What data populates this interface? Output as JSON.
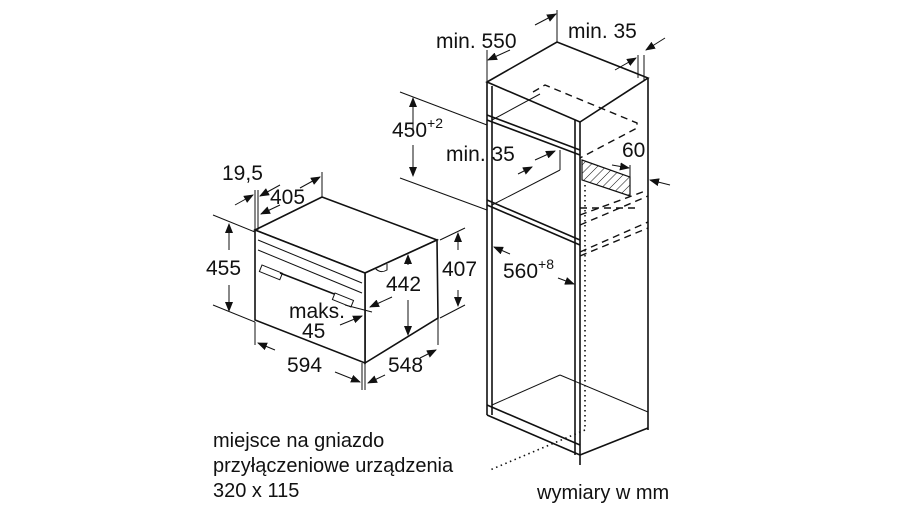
{
  "oven": {
    "depth_front": "19,5",
    "depth_body": "405",
    "height_total": "455",
    "height_body": "442",
    "height_side": "407",
    "gap_label": "maks.",
    "gap_value": "45",
    "width": "594",
    "depth": "548"
  },
  "cabinet": {
    "depth_min": "min. 550",
    "back_gap": "min. 35",
    "niche_height": "450",
    "niche_height_tol": "+2",
    "shelf_gap": "min. 35",
    "vent": "60",
    "niche_width": "560",
    "niche_width_tol": "+8"
  },
  "notes": {
    "socket_lines": [
      "miejsce na gniazdo",
      "przyłączeniowe urządzenia",
      "320 x 115"
    ],
    "units": "wymiary w mm"
  }
}
